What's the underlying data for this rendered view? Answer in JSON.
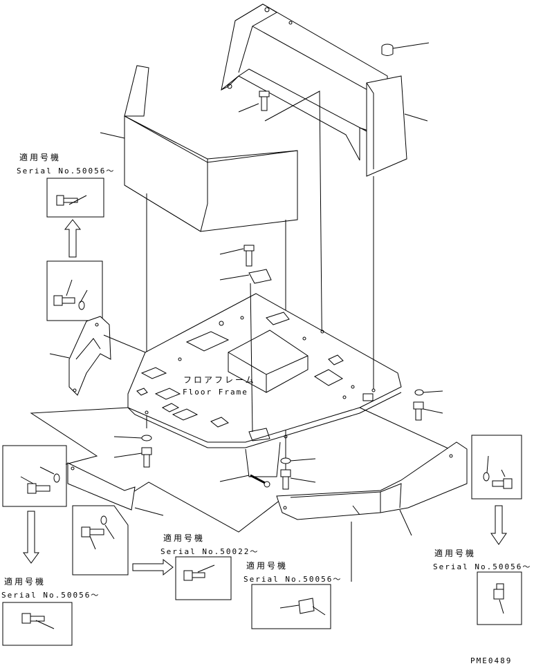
{
  "floor_frame": {
    "jp": "フロアフレーム",
    "en": "Floor Frame"
  },
  "serial_notes": [
    {
      "jp": "適用号機",
      "serial": "Serial No.50056～"
    },
    {
      "jp": "適用号機",
      "serial": "Serial No.50056～"
    },
    {
      "jp": "適用号機",
      "serial": "Serial No.50022～"
    },
    {
      "jp": "適用号機",
      "serial": "Serial No.50056～"
    },
    {
      "jp": "適用号機",
      "serial": "Serial No.50056～"
    }
  ],
  "drawing_code": "PME0489"
}
